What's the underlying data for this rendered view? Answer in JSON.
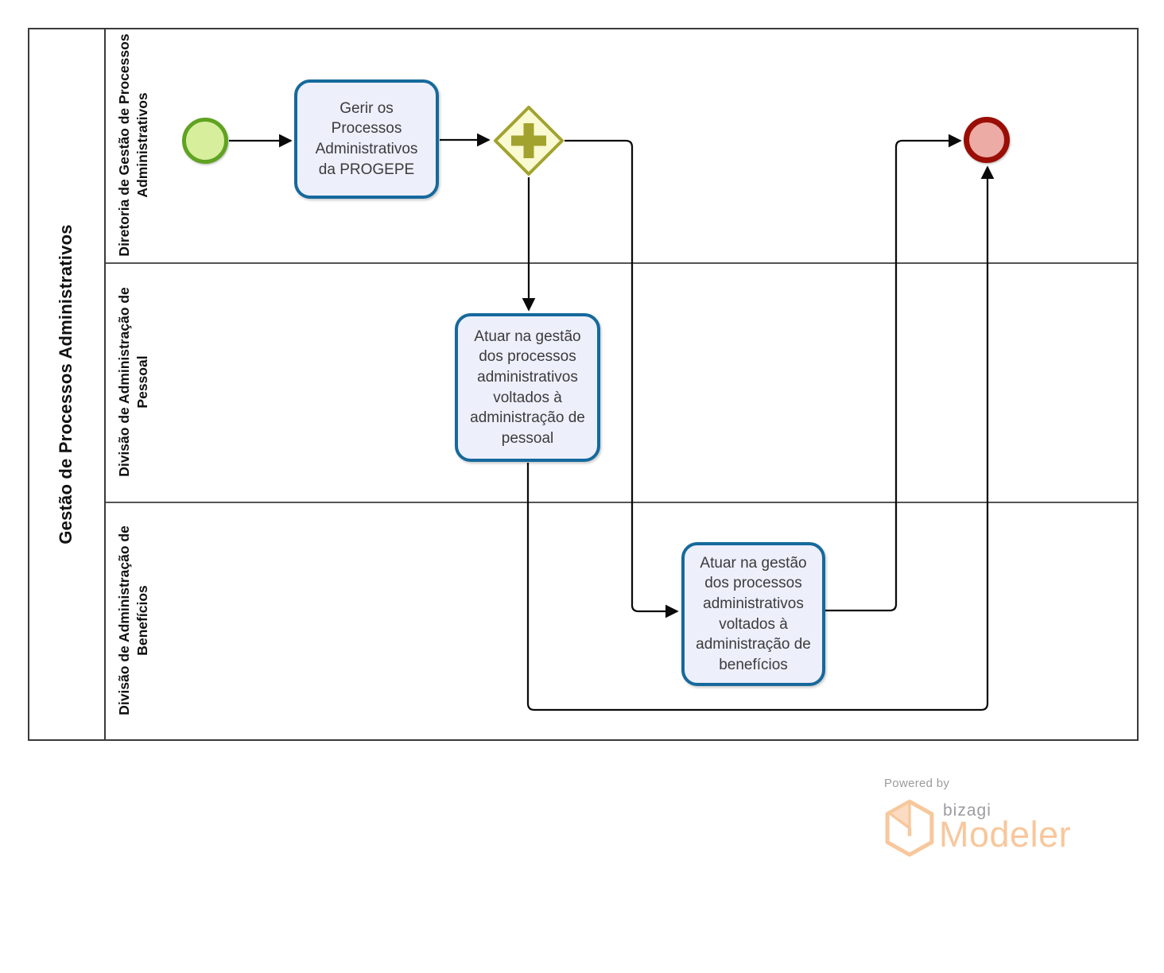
{
  "pool": {
    "title": "Gestão de Processos Administrativos",
    "lanes": [
      {
        "label": "Diretoria de Gestão de Processos Administrativos"
      },
      {
        "label": "Divisão de Administração de Pessoal"
      },
      {
        "label": "Divisão de Administração de Benefícios"
      }
    ]
  },
  "nodes": {
    "start_event": {
      "type": "start-event"
    },
    "task_gerir": {
      "label": "Gerir os Processos Administrativos da PROGEPE"
    },
    "parallel_gateway": {
      "type": "parallel-gateway",
      "icon": "plus"
    },
    "task_pessoal": {
      "label": "Atuar na gestão dos processos administrativos voltados à administração de pessoal"
    },
    "task_beneficios": {
      "label": "Atuar na gestão dos processos administrativos voltados à administração de benefícios"
    },
    "end_event": {
      "type": "end-event"
    }
  },
  "colors": {
    "task_border": "#15699c",
    "task_fill": "#edeffb",
    "gateway_border": "#a2a22f",
    "gateway_fill": "#f9f9d2",
    "start_border": "#5fa321",
    "start_fill": "#d7ee9d",
    "end_border": "#9a0e06",
    "end_fill": "#ecaba4",
    "connector": "#0a0a0a",
    "brand_orange": "#f8c79c",
    "brand_gray": "#9b9b9b"
  },
  "footer": {
    "powered_by": "Powered by",
    "brand": "bizagi",
    "product": "Modeler"
  }
}
